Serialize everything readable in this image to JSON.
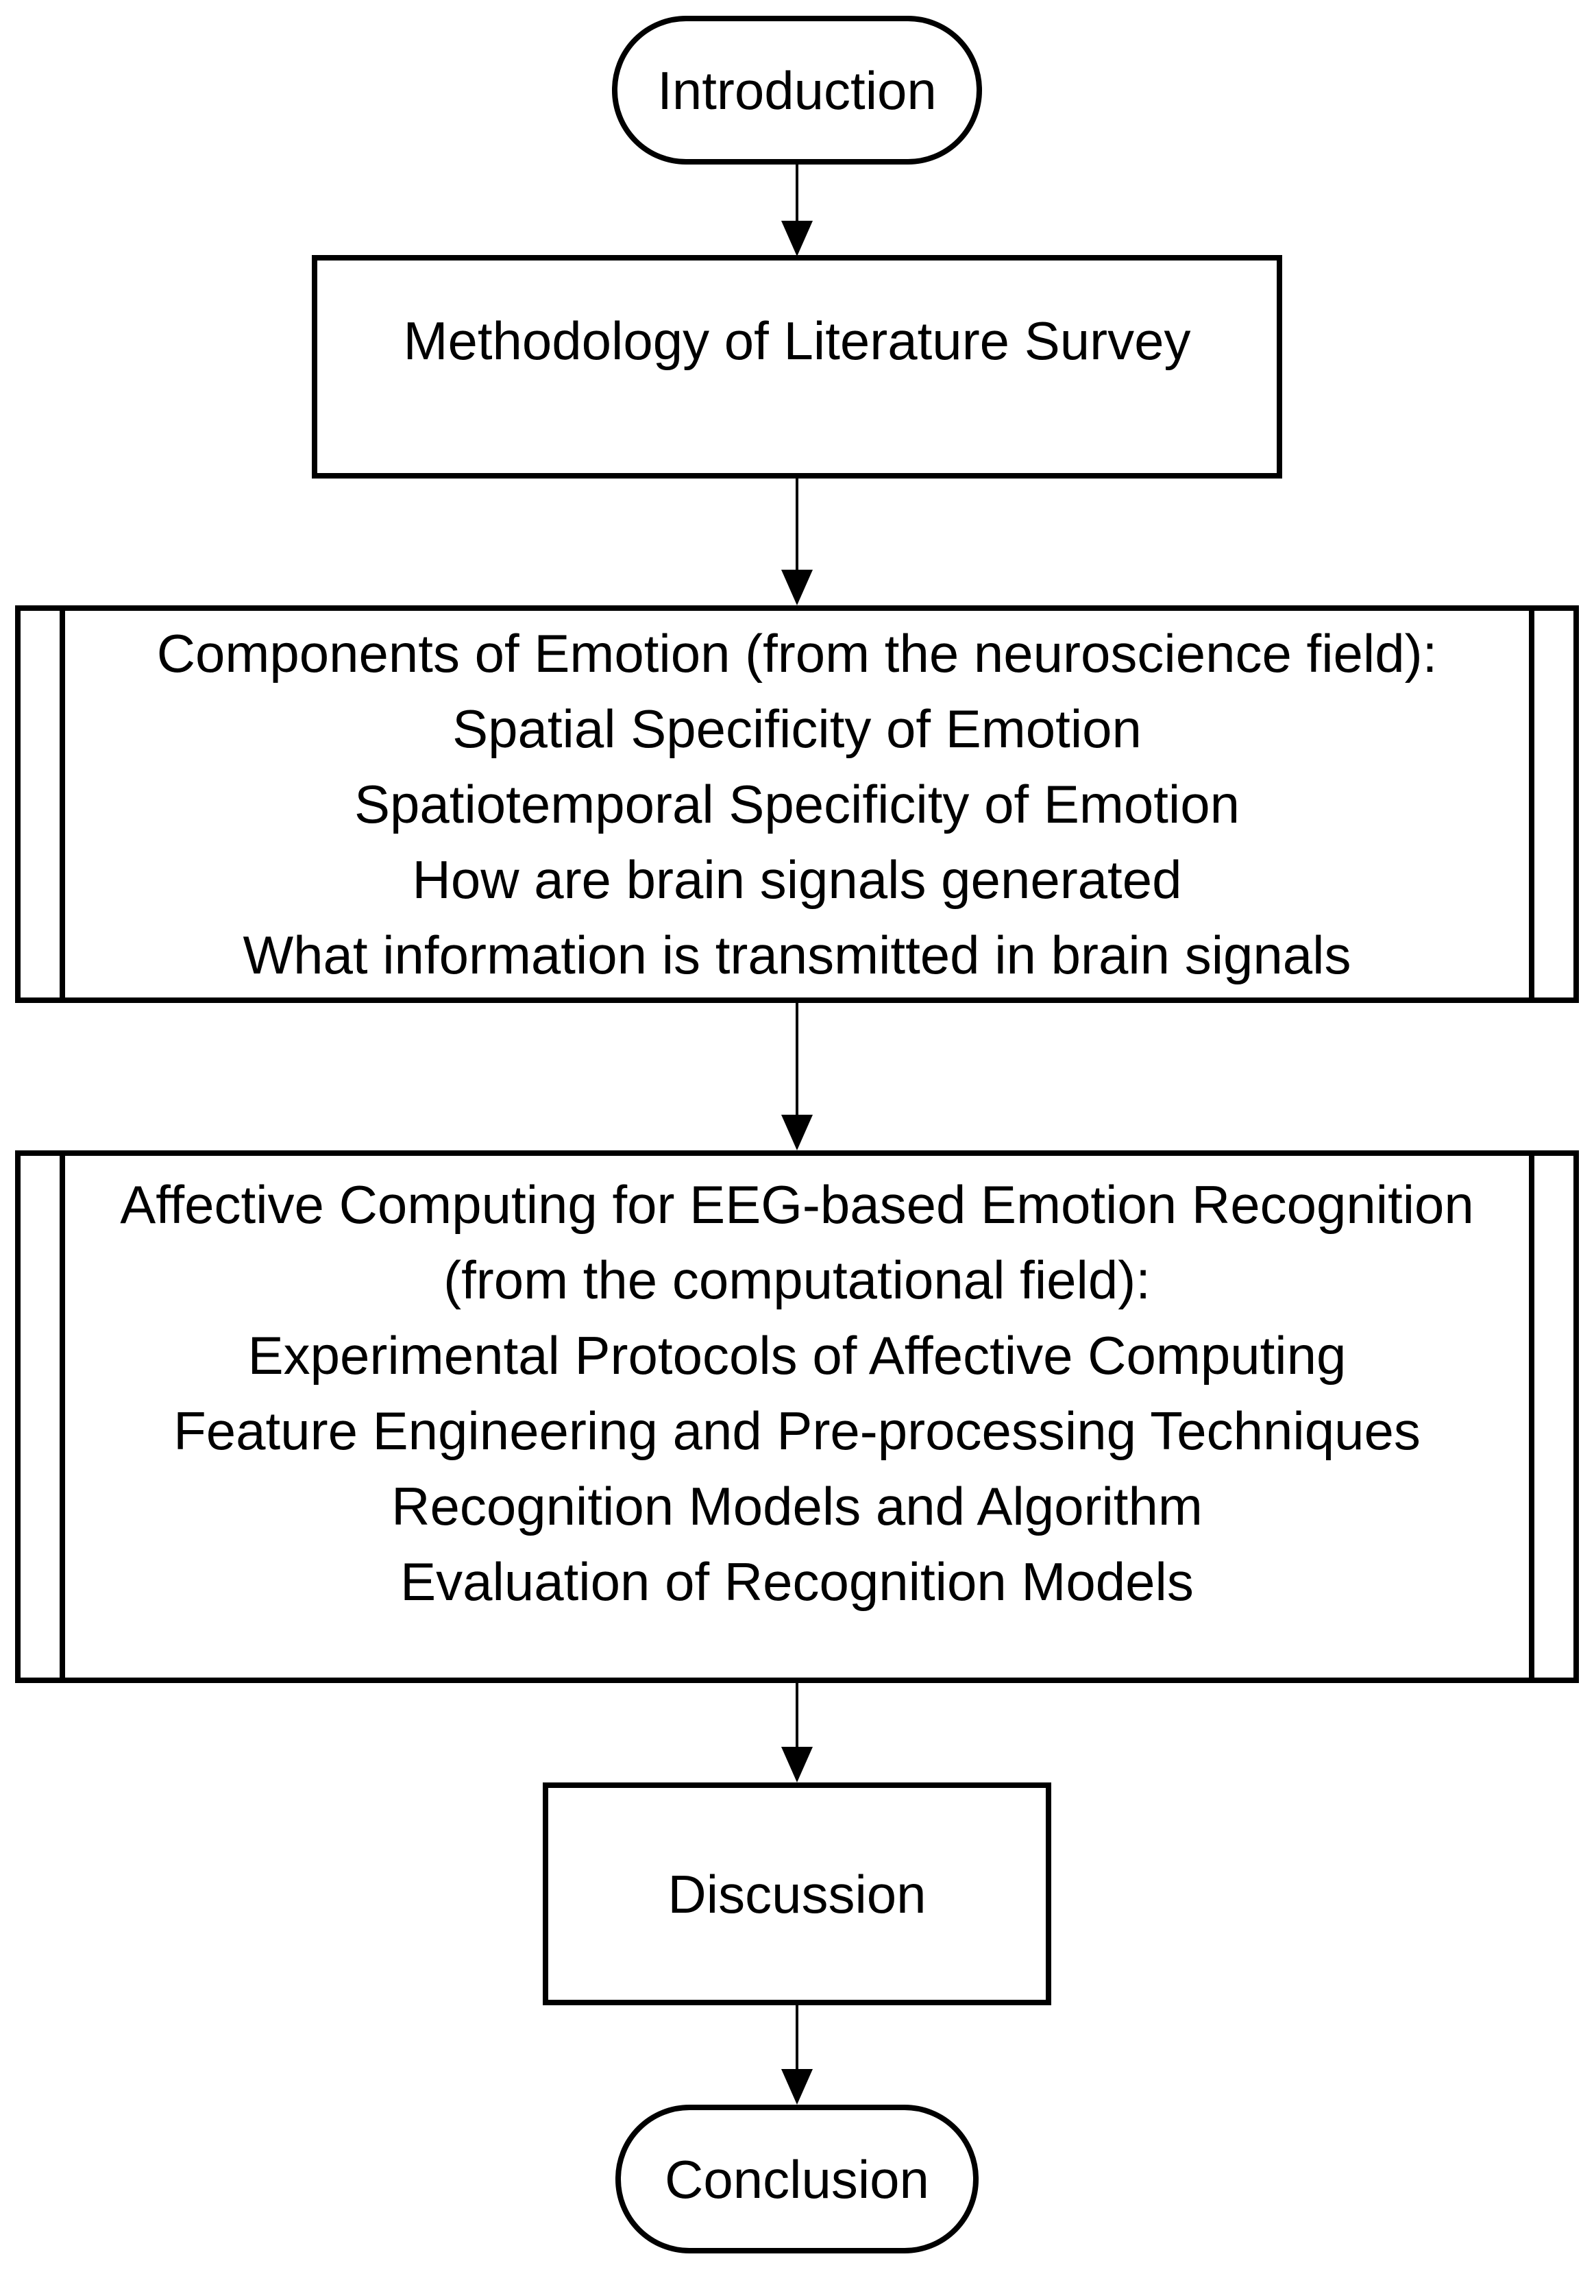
{
  "diagram": {
    "type": "flowchart",
    "background_color": "#ffffff",
    "stroke_color": "#000000",
    "text_color": "#000000",
    "nodes": {
      "introduction": {
        "shape": "rounded-terminal",
        "label": "Introduction"
      },
      "methodology": {
        "shape": "rectangle",
        "label": "Methodology of Literature Survey"
      },
      "components": {
        "shape": "predefined-process",
        "lines": [
          "Components of Emotion (from the neuroscience field):",
          "Spatial Specificity of Emotion",
          "Spatiotemporal Specificity of Emotion",
          "How are brain signals generated",
          "What information is transmitted in brain signals"
        ]
      },
      "affective_computing": {
        "shape": "predefined-process",
        "lines": [
          "Affective Computing for EEG-based Emotion Recognition",
          "(from the computational field):",
          "Experimental Protocols of Affective Computing",
          "Feature Engineering and Pre-processing Techniques",
          "Recognition Models and Algorithm",
          "Evaluation of Recognition Models"
        ]
      },
      "discussion": {
        "shape": "rectangle",
        "label": "Discussion"
      },
      "conclusion": {
        "shape": "rounded-terminal",
        "label": "Conclusion"
      }
    },
    "edges": [
      {
        "from": "introduction",
        "to": "methodology",
        "style": "arrow-down"
      },
      {
        "from": "methodology",
        "to": "components",
        "style": "arrow-down"
      },
      {
        "from": "components",
        "to": "affective_computing",
        "style": "arrow-down"
      },
      {
        "from": "affective_computing",
        "to": "discussion",
        "style": "arrow-down"
      },
      {
        "from": "discussion",
        "to": "conclusion",
        "style": "arrow-down"
      }
    ]
  }
}
